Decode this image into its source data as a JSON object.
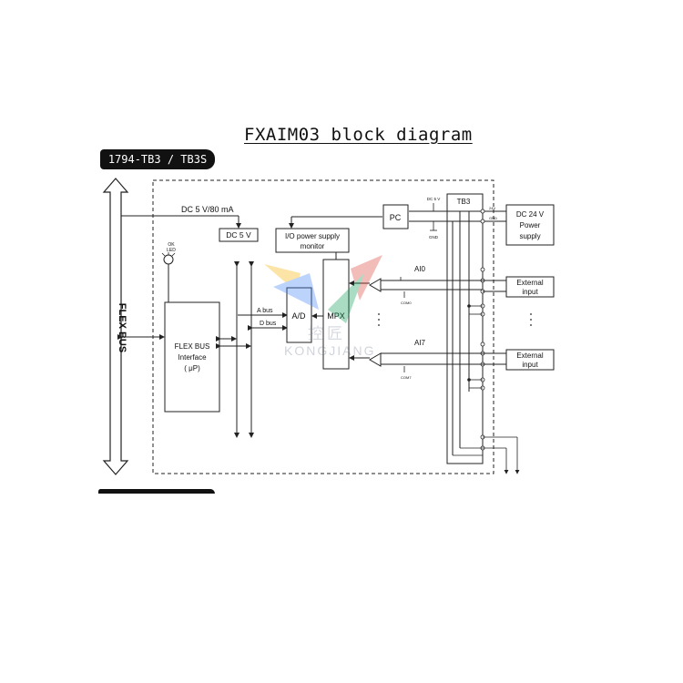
{
  "title": "FXAIM03  block diagram",
  "badge": "1794-TB3 / TB3S",
  "flex_bus": "FLEX BUS",
  "power_label": "DC 5 V/80 mA",
  "dc5v": "DC 5 V",
  "ok_led": [
    "OK",
    "LED"
  ],
  "pc": "PC",
  "dc_small": "DC 5 V",
  "gnd": "GND",
  "tb3": "TB3",
  "io_monitor": [
    "I/O power supply",
    "monitor"
  ],
  "dc24": [
    "DC 24 V",
    "Power",
    "supply"
  ],
  "flex_if": [
    "FLEX BUS",
    "Interface",
    "( μP)"
  ],
  "a_bus": "A bus",
  "d_bus": "D bus",
  "ad": "A/D",
  "mpx": "MPX",
  "ai0": "AI0",
  "ai7": "AI7",
  "ext1": [
    "External",
    "input"
  ],
  "ext2": [
    "External",
    "input"
  ],
  "cmd0": "COM0",
  "cmd7": "COM7",
  "pin_24v": "24V",
  "pin_gnd": "GND",
  "watermark_cn": "控匠",
  "watermark_en": "KONGJIANG",
  "colors": {
    "line": "#222222",
    "badge_bg": "#111111"
  }
}
